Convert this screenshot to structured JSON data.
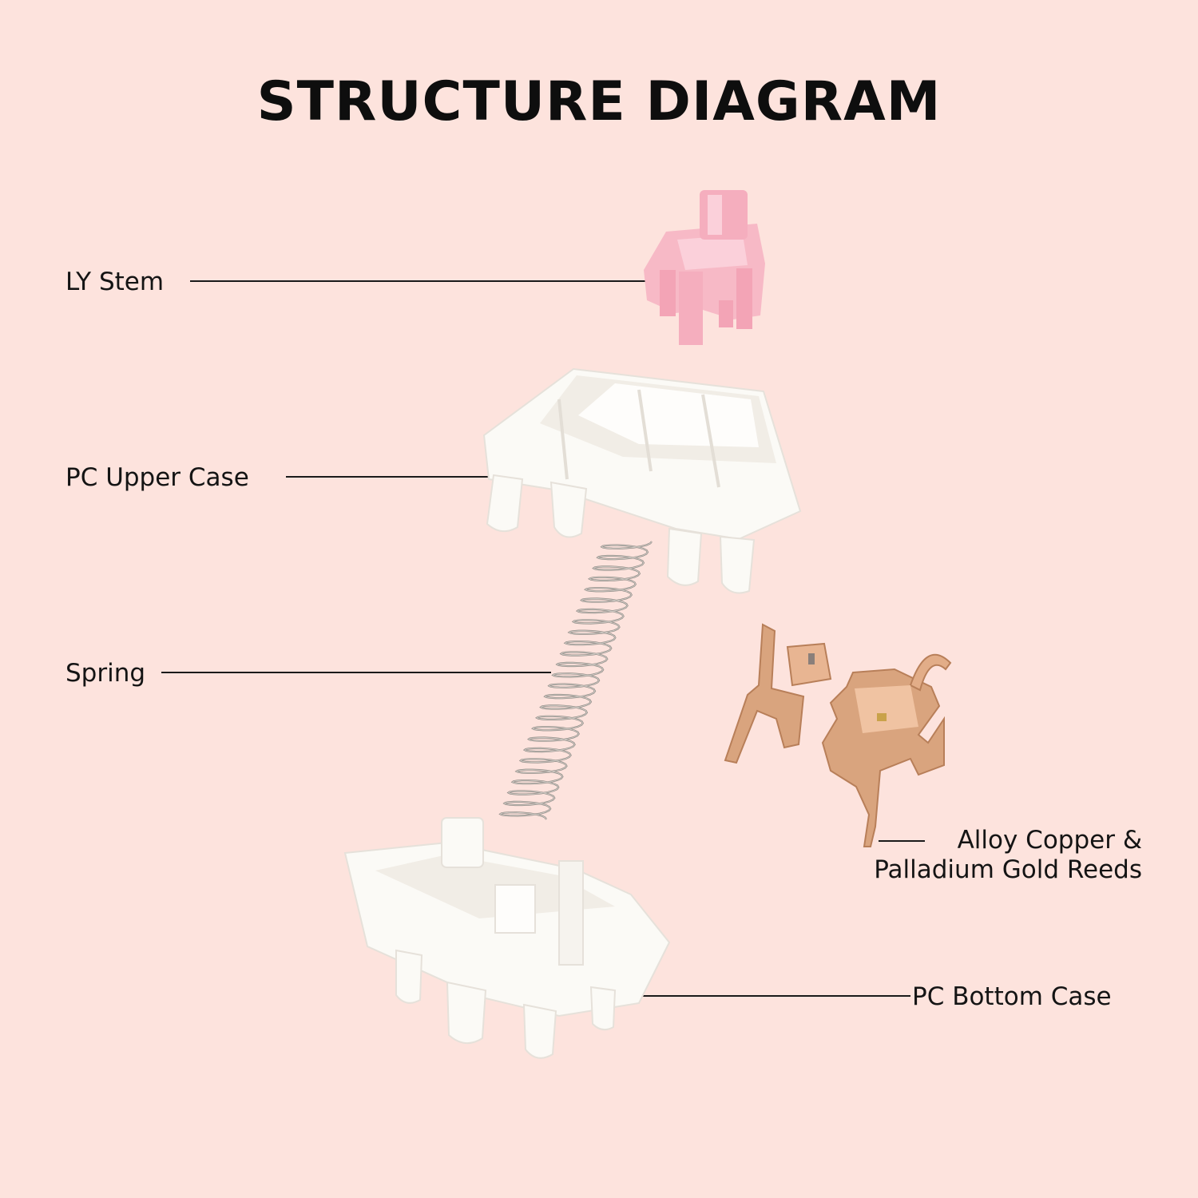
{
  "title": "STRUCTURE DIAGRAM",
  "colors": {
    "background": "#fde3dd",
    "stem": "#f7b9c6",
    "housing": "#fbfaf6",
    "copper": "#d9a47e",
    "spring": "#8a8580",
    "leader": "#1a1a1a"
  },
  "components": [
    {
      "id": "stem",
      "label": "LY Stem"
    },
    {
      "id": "upper-case",
      "label": "PC Upper Case"
    },
    {
      "id": "spring",
      "label": "Spring"
    },
    {
      "id": "reeds",
      "label": "Alloy Copper & Palladium Gold Reeds",
      "label_lines": [
        "Alloy Copper &",
        "Palladium Gold Reeds"
      ]
    },
    {
      "id": "bottom-case",
      "label": "PC Bottom Case"
    }
  ]
}
